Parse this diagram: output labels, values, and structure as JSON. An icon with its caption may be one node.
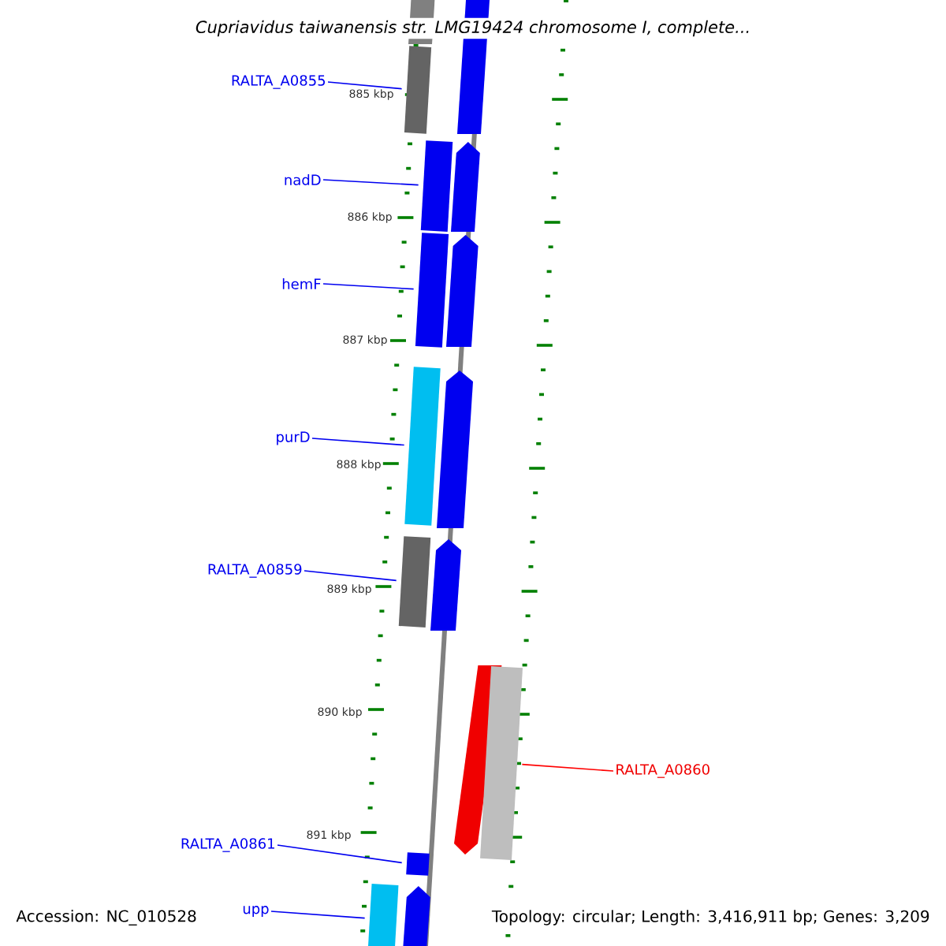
{
  "diagram": {
    "title": "Cupriavidus taiwanensis str. LMG19424 chromosome I, complete...",
    "nodes": [
      {
        "text": [
          "RALTA_A0855"
        ]
      },
      {
        "text": [
          "nadD"
        ]
      },
      {
        "text": [
          "hemF"
        ]
      },
      {
        "text": [
          "purD"
        ]
      },
      {
        "text": [
          "RALTA_A0859"
        ]
      },
      {
        "text": [
          "RALTA_A0860"
        ]
      },
      {
        "text": [
          "RALTA_A0861"
        ]
      },
      {
        "text": [
          "upp"
        ]
      },
      {
        "text": [],
        "shape": "bar"
      },
      {
        "text": [],
        "shape": "bar"
      },
      {
        "text": [],
        "shape": "bar"
      },
      {
        "text": [],
        "shape": "bar"
      },
      {
        "text": [],
        "shape": "bar"
      },
      {
        "text": [],
        "shape": "bar"
      },
      {
        "text": [],
        "shape": "bar"
      },
      {
        "text": [],
        "shape": "bar"
      }
    ],
    "edges": [
      {
        "from": 0,
        "to": 8,
        "arrow": "none"
      },
      {
        "from": 1,
        "to": 9,
        "arrow": "none"
      },
      {
        "from": 2,
        "to": 10,
        "arrow": "none"
      },
      {
        "from": 3,
        "to": 11,
        "arrow": "none"
      },
      {
        "from": 4,
        "to": 12,
        "arrow": "none"
      },
      {
        "from": 5,
        "to": 13,
        "arrow": "none",
        "color": "#ff0000"
      },
      {
        "from": 6,
        "to": 14,
        "arrow": "none"
      },
      {
        "from": 7,
        "to": 15,
        "arrow": "none"
      }
    ],
    "labels": [
      "885 kbp",
      "886 kbp",
      "887 kbp",
      "888 kbp",
      "889 kbp",
      "890 kbp",
      "891 kbp",
      "Accession: NC_010528",
      "Topology: circular; Length: 3,416,911 bp; Genes: 3,209"
    ]
  }
}
